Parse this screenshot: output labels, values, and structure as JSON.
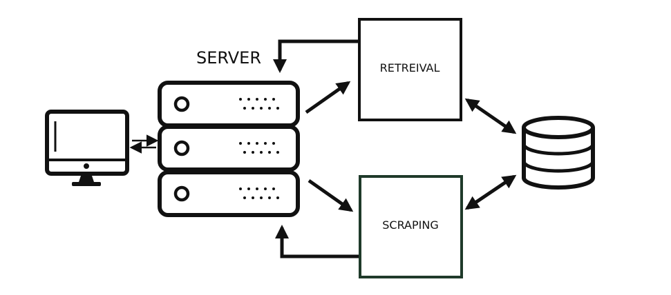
{
  "labels": {
    "server": "SERVER",
    "retrieval": "RETREIVAL",
    "scraping": "SCRAPING"
  },
  "icons": {
    "client": "desktop-monitor-icon",
    "server": "server-rack-icon",
    "database": "database-cylinder-icon"
  },
  "colors": {
    "stroke": "#111111",
    "scraping_box_border": "#1f3a2a",
    "background": "#ffffff"
  }
}
